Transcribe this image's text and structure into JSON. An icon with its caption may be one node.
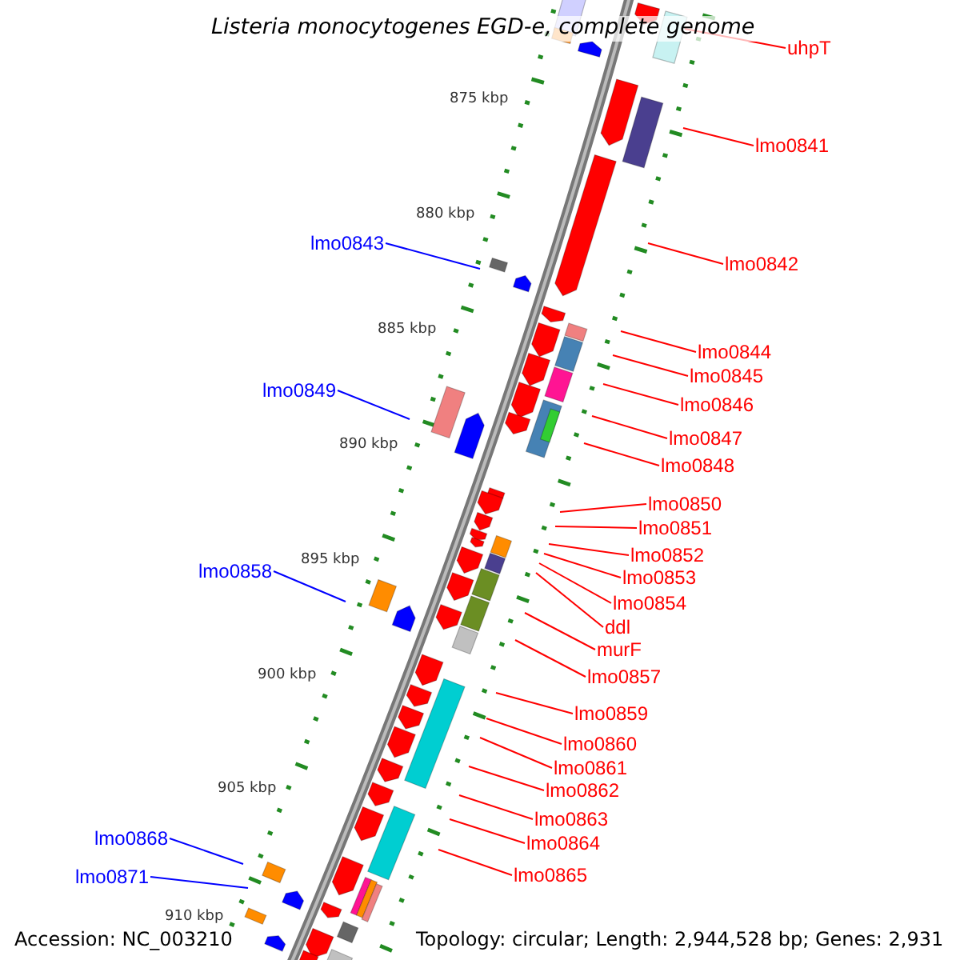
{
  "diagram": {
    "title": "Listeria monocytogenes EGD-e, complete genome",
    "nodes": [
      {
        "text": [
          "uhpT"
        ]
      },
      {
        "text": [
          "lmo0841"
        ]
      },
      {
        "text": [
          "lmo0842"
        ]
      },
      {
        "text": [
          "lmo0843"
        ]
      },
      {
        "text": [
          "lmo0844"
        ]
      },
      {
        "text": [
          "lmo0845"
        ]
      },
      {
        "text": [
          "lmo0846"
        ]
      },
      {
        "text": [
          "lmo0847"
        ]
      },
      {
        "text": [
          "lmo0848"
        ]
      },
      {
        "text": [
          "lmo0849"
        ]
      },
      {
        "text": [
          "lmo0850"
        ]
      },
      {
        "text": [
          "lmo0851"
        ]
      },
      {
        "text": [
          "lmo0852"
        ]
      },
      {
        "text": [
          "lmo0853"
        ]
      },
      {
        "text": [
          "lmo0854"
        ]
      },
      {
        "text": [
          "ddl"
        ]
      },
      {
        "text": [
          "murF"
        ]
      },
      {
        "text": [
          "lmo0857"
        ]
      },
      {
        "text": [
          "lmo0858"
        ]
      },
      {
        "text": [
          "lmo0859"
        ]
      },
      {
        "text": [
          "lmo0860"
        ]
      },
      {
        "text": [
          "lmo0861"
        ]
      },
      {
        "text": [
          "lmo0862"
        ]
      },
      {
        "text": [
          "lmo0863"
        ]
      },
      {
        "text": [
          "lmo0864"
        ]
      },
      {
        "text": [
          "lmo0865"
        ]
      },
      {
        "text": [
          "lmo0868"
        ]
      },
      {
        "text": [
          "lmo0871"
        ]
      }
    ],
    "edges": [
      {
        "from": 0,
        "to": null,
        "arrow": "none"
      },
      {
        "from": 1,
        "to": null,
        "arrow": "none"
      },
      {
        "from": 2,
        "to": null,
        "arrow": "none"
      },
      {
        "from": 3,
        "to": null,
        "arrow": "none",
        "color": "#0000ff"
      },
      {
        "from": 4,
        "to": null,
        "arrow": "none"
      },
      {
        "from": 5,
        "to": null,
        "arrow": "none"
      },
      {
        "from": 6,
        "to": null,
        "arrow": "none"
      },
      {
        "from": 7,
        "to": null,
        "arrow": "none"
      },
      {
        "from": 8,
        "to": null,
        "arrow": "none"
      },
      {
        "from": 9,
        "to": null,
        "arrow": "none",
        "color": "#0000ff"
      },
      {
        "from": 10,
        "to": null,
        "arrow": "none"
      },
      {
        "from": 11,
        "to": null,
        "arrow": "none"
      },
      {
        "from": 12,
        "to": null,
        "arrow": "none"
      },
      {
        "from": 13,
        "to": null,
        "arrow": "none"
      },
      {
        "from": 14,
        "to": null,
        "arrow": "none"
      },
      {
        "from": 15,
        "to": null,
        "arrow": "none"
      },
      {
        "from": 16,
        "to": null,
        "arrow": "none"
      },
      {
        "from": 17,
        "to": null,
        "arrow": "none"
      },
      {
        "from": 18,
        "to": null,
        "arrow": "none",
        "color": "#0000ff"
      },
      {
        "from": 19,
        "to": null,
        "arrow": "none"
      },
      {
        "from": 20,
        "to": null,
        "arrow": "none"
      },
      {
        "from": 21,
        "to": null,
        "arrow": "none"
      },
      {
        "from": 22,
        "to": null,
        "arrow": "none"
      },
      {
        "from": 23,
        "to": null,
        "arrow": "none"
      },
      {
        "from": 24,
        "to": null,
        "arrow": "none"
      },
      {
        "from": 25,
        "to": null,
        "arrow": "none"
      },
      {
        "from": 26,
        "to": null,
        "arrow": "none",
        "color": "#0000ff"
      },
      {
        "from": 27,
        "to": null,
        "arrow": "none",
        "color": "#0000ff"
      }
    ],
    "labels": [
      "875 kbp",
      "880 kbp",
      "885 kbp",
      "890 kbp",
      "895 kbp",
      "900 kbp",
      "905 kbp",
      "910 kbp",
      "Accession: NC_003210",
      "Topology: circular; Length: 2,944,528 bp; Genes: 2,931"
    ]
  }
}
